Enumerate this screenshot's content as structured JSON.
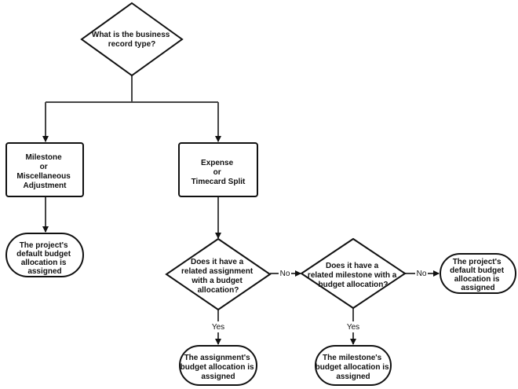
{
  "nodes": {
    "record_type": {
      "lines": [
        "What is the business",
        "record type?"
      ]
    },
    "milestone_misc": {
      "lines": [
        "Milestone",
        "or",
        "Miscellaneous",
        "Adjustment"
      ]
    },
    "expense_timecard": {
      "lines": [
        "Expense",
        "or",
        "Timecard Split"
      ]
    },
    "project_default_left": {
      "lines": [
        "The project's",
        "default budget",
        "allocation is",
        "assigned"
      ]
    },
    "has_assignment": {
      "lines": [
        "Does it have a",
        "related assignment",
        "with a budget",
        "allocation?"
      ]
    },
    "has_milestone": {
      "lines": [
        "Does it have a",
        "related milestone with a",
        "budget allocation?"
      ]
    },
    "project_default_right": {
      "lines": [
        "The project's",
        "default budget",
        "allocation is",
        "assigned"
      ]
    },
    "assignment_assigned": {
      "lines": [
        "The assignment's",
        "budget allocation is",
        "assigned"
      ]
    },
    "milestone_assigned": {
      "lines": [
        "The milestone's",
        "budget allocation is",
        "assigned"
      ]
    }
  },
  "edge_labels": {
    "assignment_no": "No",
    "assignment_yes": "Yes",
    "milestone_no": "No",
    "milestone_yes": "Yes"
  },
  "colors": {
    "stroke": "#111111",
    "connector": "#444444",
    "text": "#111111"
  }
}
